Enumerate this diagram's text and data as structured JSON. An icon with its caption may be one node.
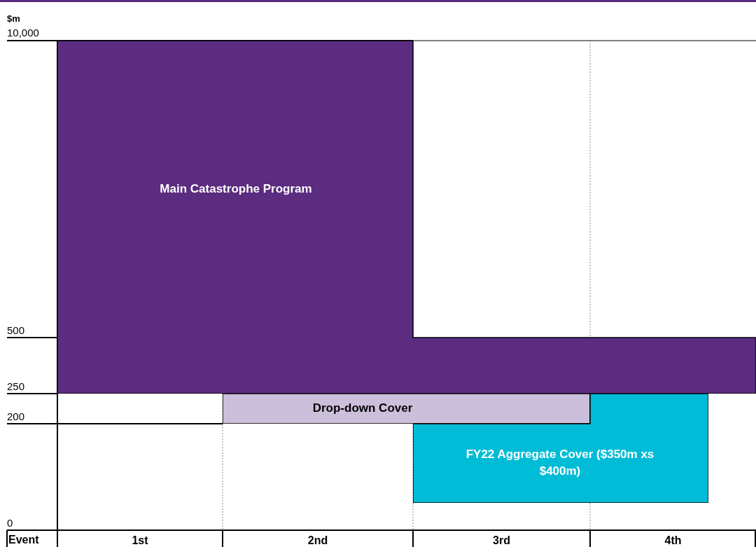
{
  "diagram": {
    "nodes": [
      {
        "text": [
          "Main Catastrophe Program"
        ]
      },
      {
        "text": [
          "Drop-down Cover"
        ]
      },
      {
        "text": [
          "FY22 Aggregate Cover ($350m xs $400m)"
        ]
      }
    ],
    "edges": [],
    "labels": [
      "$m",
      "10,000",
      "500",
      "250",
      "200",
      "0",
      "Event",
      "1st",
      "2nd",
      "3rd",
      "4th"
    ]
  }
}
